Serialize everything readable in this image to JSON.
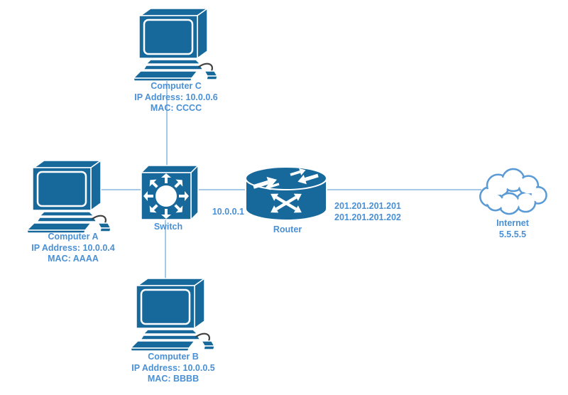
{
  "diagram": {
    "type": "network-topology",
    "colors": {
      "device_fill": "#17699c",
      "device_outline": "#ffffff",
      "connector": "#a6c9e8",
      "label_text": "#4a90d5",
      "cloud_outline": "#5b9bd5",
      "mouse_cable": "#3f3f3f"
    },
    "nodes": {
      "computer_c": {
        "name": "Computer C",
        "ip": "IP Address: 10.0.0.6",
        "mac": "MAC: CCCC"
      },
      "computer_a": {
        "name": "Computer A",
        "ip": "IP Address: 10.0.0.4",
        "mac": "MAC: AAAA"
      },
      "computer_b": {
        "name": "Computer B",
        "ip": "IP Address: 10.0.0.5",
        "mac": "MAC: BBBB"
      },
      "switch": {
        "name": "Switch"
      },
      "router": {
        "name": "Router",
        "lan_ip": "10.0.0.1",
        "wan_ip_1": "201.201.201.201",
        "wan_ip_2": "201.201.201.202"
      },
      "internet": {
        "name": "Internet",
        "ip": "5.5.5.5"
      }
    },
    "connections": [
      {
        "from": "Computer C",
        "to": "Switch"
      },
      {
        "from": "Computer A",
        "to": "Switch"
      },
      {
        "from": "Computer B",
        "to": "Switch"
      },
      {
        "from": "Switch",
        "to": "Router"
      },
      {
        "from": "Router",
        "to": "Internet"
      }
    ]
  }
}
